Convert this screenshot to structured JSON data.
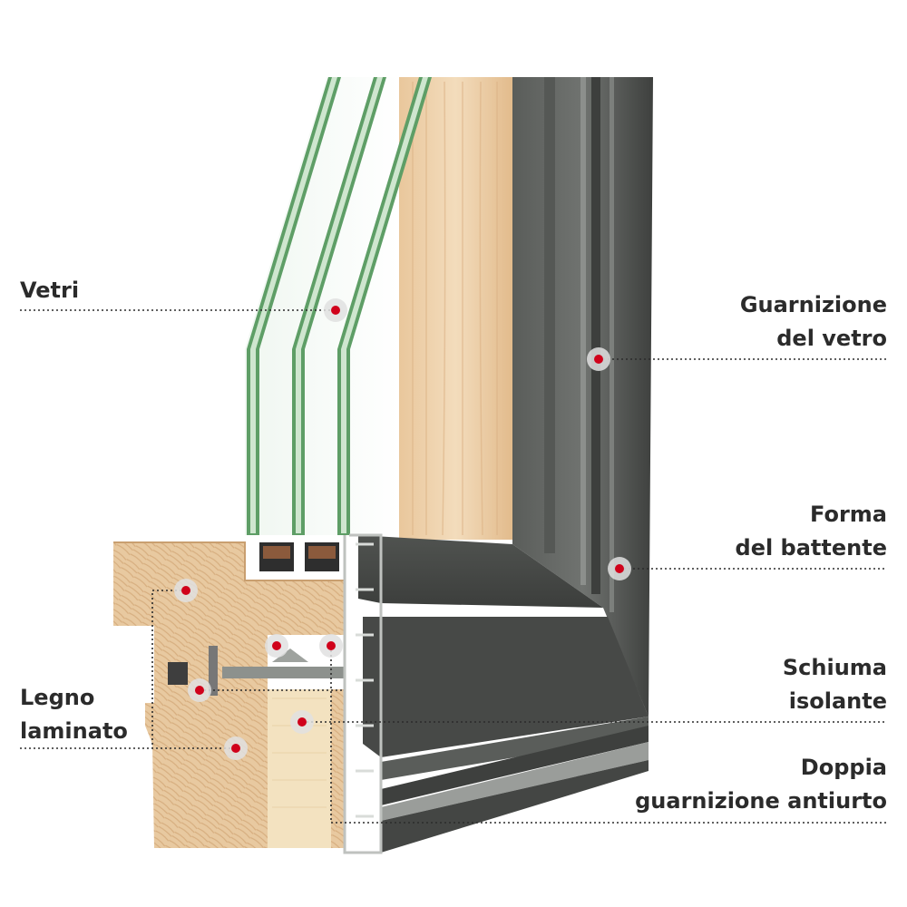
{
  "callouts": [
    {
      "id": "vetri",
      "lines": [
        "Vetri"
      ]
    },
    {
      "id": "guarnizione-vetro",
      "lines": [
        "Guarnizione",
        "del vetro"
      ]
    },
    {
      "id": "forma-battente",
      "lines": [
        "Forma",
        "del battente"
      ]
    },
    {
      "id": "schiuma-isolante",
      "lines": [
        "Schiuma",
        "isolante"
      ]
    },
    {
      "id": "doppia-guarnizione",
      "lines": [
        "Doppia",
        "guarnizione antiurto"
      ]
    },
    {
      "id": "legno-laminato",
      "lines": [
        "Legno",
        "laminato"
      ]
    }
  ],
  "colors": {
    "label_text": "#2b2b2b",
    "marker": "#d0021b",
    "aluminum": "#4a4c4a",
    "aluminum_light": "#6b6e6b",
    "wood": "#e8c9a0",
    "wood_dark": "#d4aa7a",
    "glass_edge": "#4e9a5a",
    "foam": "#f2dfb8"
  }
}
